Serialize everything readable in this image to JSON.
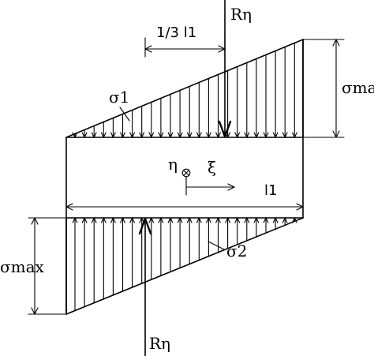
{
  "labels": {
    "r_eta_top": "Rη",
    "r_eta_bottom": "Rη",
    "one_third_l1": "1/3 l1",
    "l1": "l1",
    "sigma1": "σ1",
    "sigma2": "σ2",
    "sigma_max_right": "σmax",
    "sigma_max_left": "σmax",
    "eta": "η",
    "xi": "ξ"
  }
}
